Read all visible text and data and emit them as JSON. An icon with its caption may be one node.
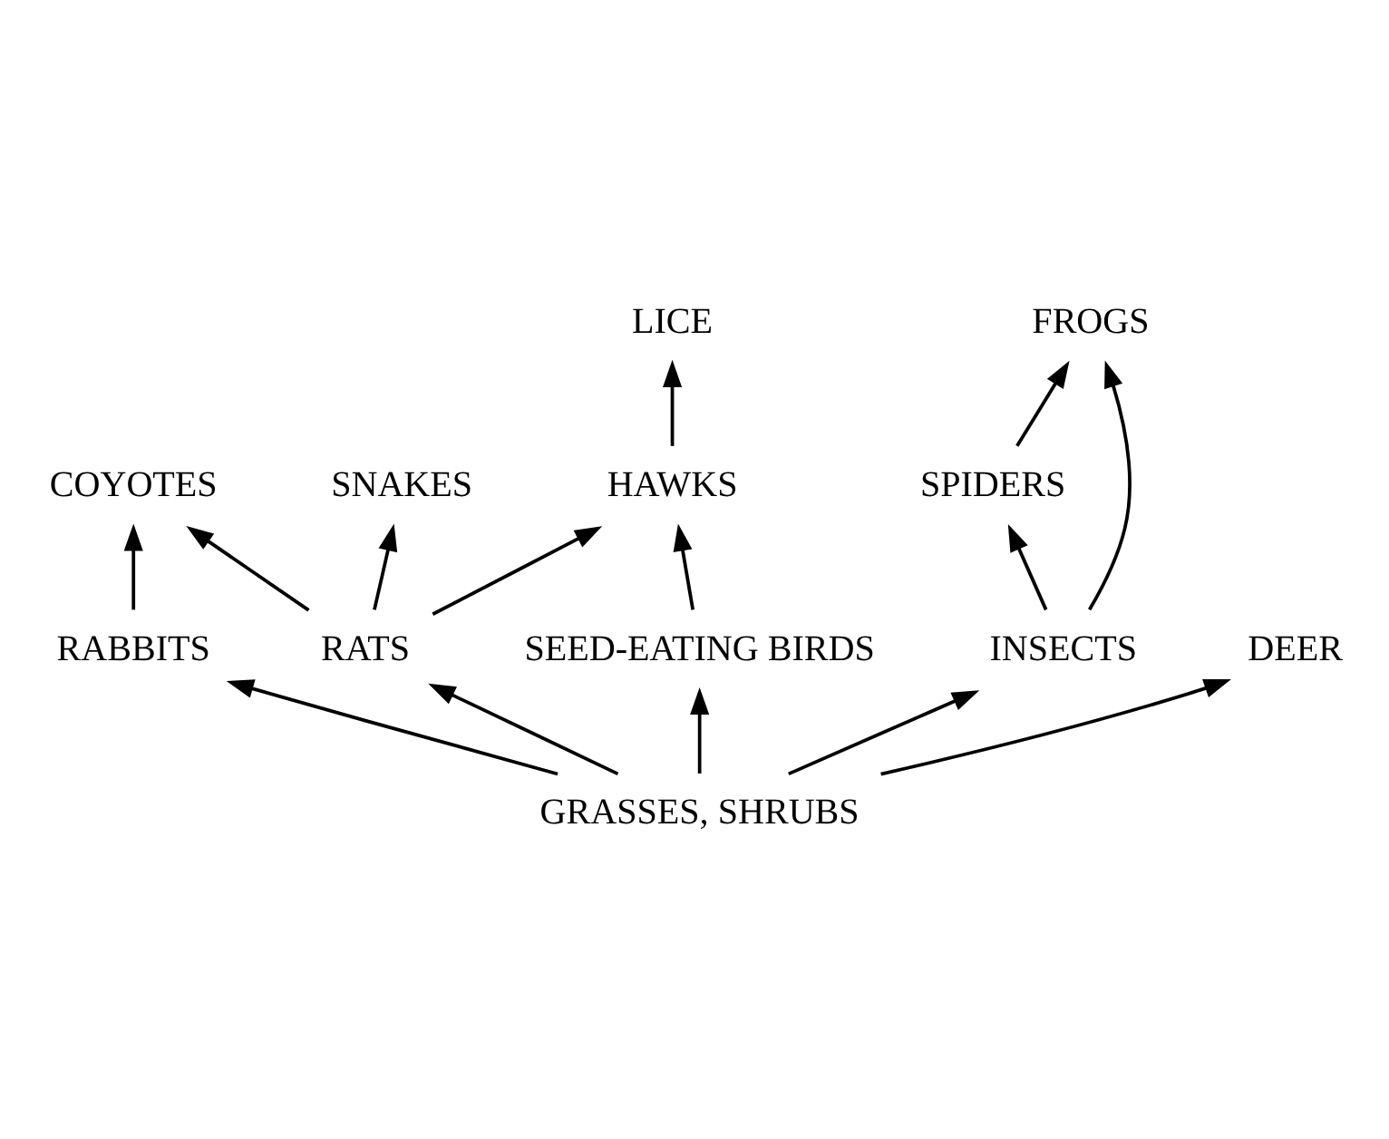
{
  "diagram": {
    "nodes": [
      {
        "text": [
          "COYOTES"
        ]
      },
      {
        "text": [
          "SPIDERS"
        ]
      },
      {
        "text": [
          "RATS"
        ]
      },
      {
        "text": [
          "RABBITS"
        ]
      },
      {
        "text": [
          "SNAKES"
        ]
      },
      {
        "text": [
          "HAWKS"
        ]
      },
      {
        "text": [
          "GRASSES, SHRUBS"
        ]
      },
      {
        "text": [
          "LICE"
        ]
      },
      {
        "text": [
          "FROGS"
        ]
      },
      {
        "text": [
          "SEED-EATING BIRDS"
        ]
      },
      {
        "text": [
          "INSECTS"
        ]
      },
      {
        "text": [
          "DEER"
        ]
      }
    ],
    "edges": [
      {
        "from": 2,
        "to": 0,
        "arrow": "to"
      },
      {
        "from": 3,
        "to": 0,
        "arrow": "to"
      },
      {
        "from": 1,
        "to": 8,
        "arrow": "to"
      },
      {
        "from": 10,
        "to": 1,
        "arrow": "to"
      },
      {
        "from": 6,
        "to": 3,
        "arrow": "to"
      },
      {
        "from": 6,
        "to": 2,
        "arrow": "to"
      },
      {
        "from": 2,
        "to": 4,
        "arrow": "to"
      },
      {
        "from": 2,
        "to": 5,
        "arrow": "to"
      },
      {
        "from": 5,
        "to": 7,
        "arrow": "to"
      },
      {
        "from": 9,
        "to": 5,
        "arrow": "to"
      },
      {
        "from": 6,
        "to": 9,
        "arrow": "to"
      },
      {
        "from": 6,
        "to": 10,
        "arrow": "to"
      },
      {
        "from": 10,
        "to": 8,
        "arrow": "to"
      },
      {
        "from": 6,
        "to": 11,
        "arrow": "to"
      }
    ]
  }
}
